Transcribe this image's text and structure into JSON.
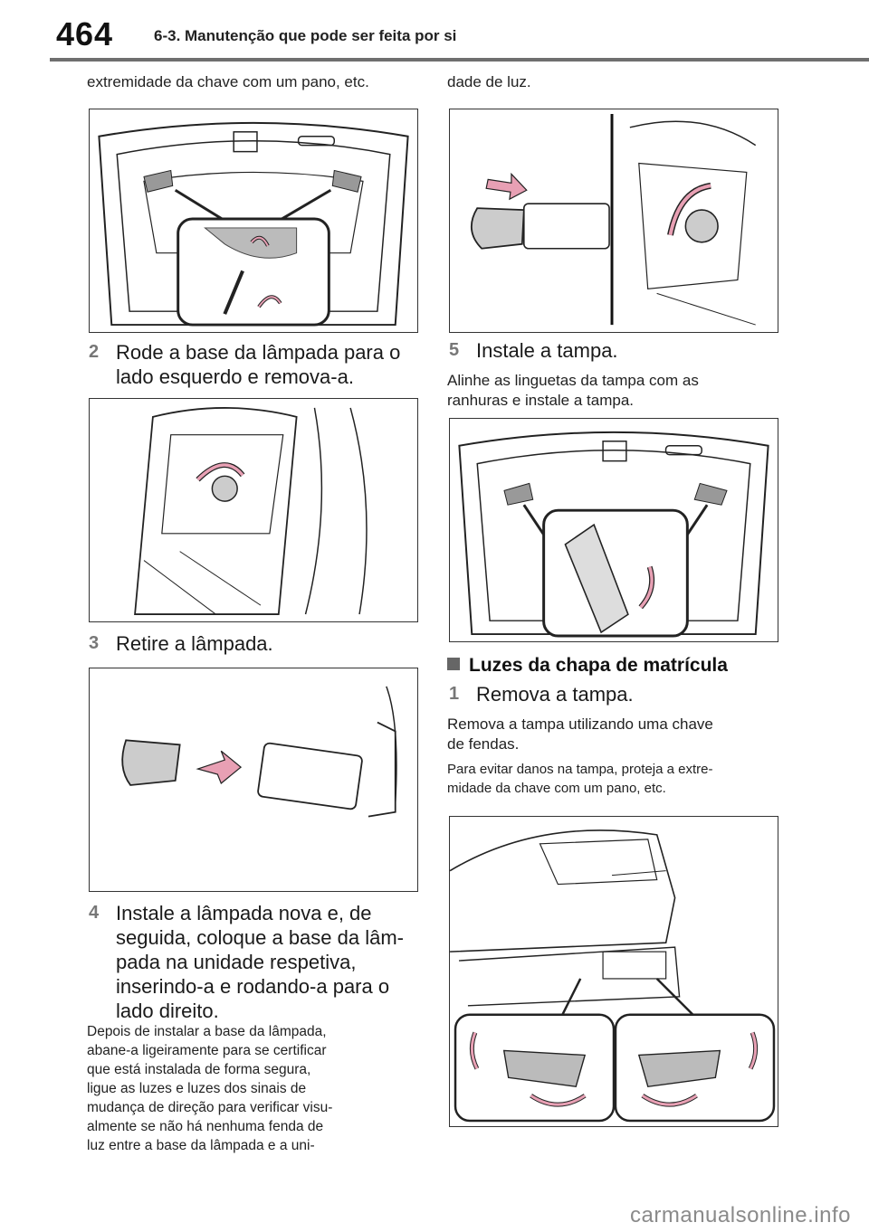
{
  "header": {
    "page_number": "464",
    "section_title": "6-3. Manutenção que pode ser feita por si"
  },
  "left_column": {
    "top_text": "extremidade da chave com um pano, etc.",
    "steps": [
      {
        "num": "2",
        "line1": "Rode a base da lâmpada para o",
        "line2": "lado esquerdo e remova-a."
      },
      {
        "num": "3",
        "line1": "Retire a lâmpada."
      },
      {
        "num": "4",
        "line1": "Instale a lâmpada nova e, de",
        "line2": "seguida, coloque a base da lâm-",
        "line3": "pada na unidade respetiva,",
        "line4": "inserindo-a e rodando-a para o",
        "line5": "lado direito."
      }
    ],
    "note_lines": [
      "Depois de instalar a base da lâmpada,",
      "abane-a ligeiramente para se certificar",
      "que está instalada de forma segura,",
      "ligue as luzes e luzes dos sinais de",
      "mudança de direção para verificar visu-",
      "almente se não há nenhuma fenda de",
      "luz entre a base da lâmpada e a uni-"
    ]
  },
  "right_column": {
    "top_text": "dade de luz.",
    "step5": {
      "num": "5",
      "label": "Instale a tampa."
    },
    "step5_note_lines": [
      "Alinhe as linguetas da tampa com as",
      "ranhuras e instale a tampa."
    ],
    "section_heading": "Luzes da chapa de matrícula",
    "step1": {
      "num": "1",
      "label": "Remova a tampa."
    },
    "step1_note_lines": [
      "Remova a tampa utilizando uma chave",
      "de fendas."
    ],
    "step1_small_lines": [
      "Para evitar danos na tampa, proteja a extre-",
      "midade da chave com um pano, etc."
    ]
  },
  "watermark": "carmanualsonline.info",
  "colors": {
    "arrow_pink": "#e8a0b4",
    "arrow_outline": "#333333",
    "rule_gray": "#6f6f6f",
    "step_num_gray": "#777777"
  }
}
